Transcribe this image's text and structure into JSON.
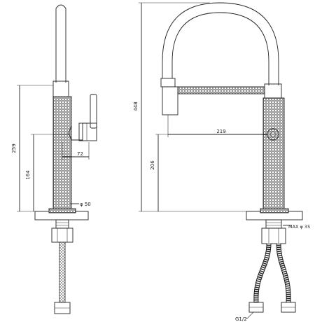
{
  "colors": {
    "line": "#222222",
    "background": "#ffffff"
  },
  "side_view": {
    "dims": {
      "height_total": "259",
      "height_lever": "164",
      "spout_reach": "72",
      "base_diameter": "φ 50"
    }
  },
  "front_view": {
    "dims": {
      "height_total": "448",
      "height_handle": "206",
      "spout_reach": "219",
      "hole_diameter": "MAX φ 35",
      "thread": "G1/2"
    }
  }
}
